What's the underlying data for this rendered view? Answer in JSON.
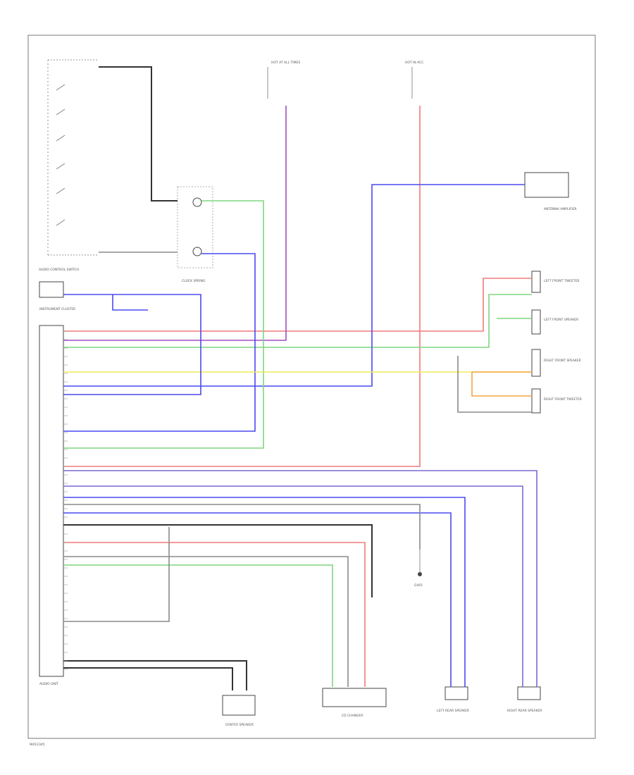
{
  "footer": {
    "code": "W012345"
  },
  "components": {
    "audio_control_switch": "AUDIO CONTROL SWITCH",
    "instrument_cluster": "INSTRUMENT CLUSTER",
    "audio_unit": "AUDIO UNIT",
    "hot_at_all_times_fuse": "HOT AT ALL TIMES",
    "hot_in_acc_fuse": "HOT IN ACC",
    "clock_spring": "CLOCK SPRING",
    "antenna_amplifier": "ANTENNA AMPLIFIER",
    "left_front_tweeter": "LEFT FRONT TWEETER",
    "left_front_speaker": "LEFT FRONT SPEAKER",
    "right_front_speaker": "RIGHT FRONT SPEAKER",
    "right_front_tweeter": "RIGHT FRONT TWEETER",
    "ground": "G401",
    "cd_changer": "CD CHANGER",
    "center_speaker": "CENTER SPEAKER",
    "left_rear_speaker": "LEFT REAR SPEAKER",
    "right_rear_speaker": "RIGHT REAR SPEAKER"
  },
  "colors": {
    "red": "#f07a7a",
    "blue": "#4a4af0",
    "green": "#7ed67e",
    "yellow": "#ecec5a",
    "purple": "#a04ec4",
    "orange": "#f3a544",
    "gray": "#8a8a8a",
    "dark": "#333333",
    "violet": "#7a6ad0"
  }
}
